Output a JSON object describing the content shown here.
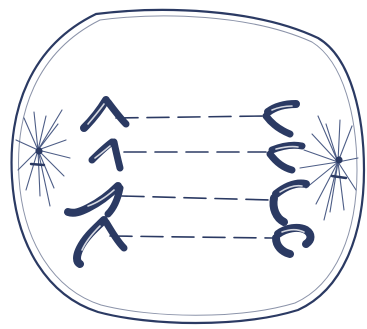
{
  "diagram": {
    "subject": "cell-in-anaphase",
    "colors": {
      "ink": "#2b3a63",
      "ink_light": "#4d5d86",
      "background": "#ffffff"
    },
    "poles": [
      "left",
      "right"
    ],
    "chromatids_per_pole": 4,
    "spindle_fibers": 4
  }
}
